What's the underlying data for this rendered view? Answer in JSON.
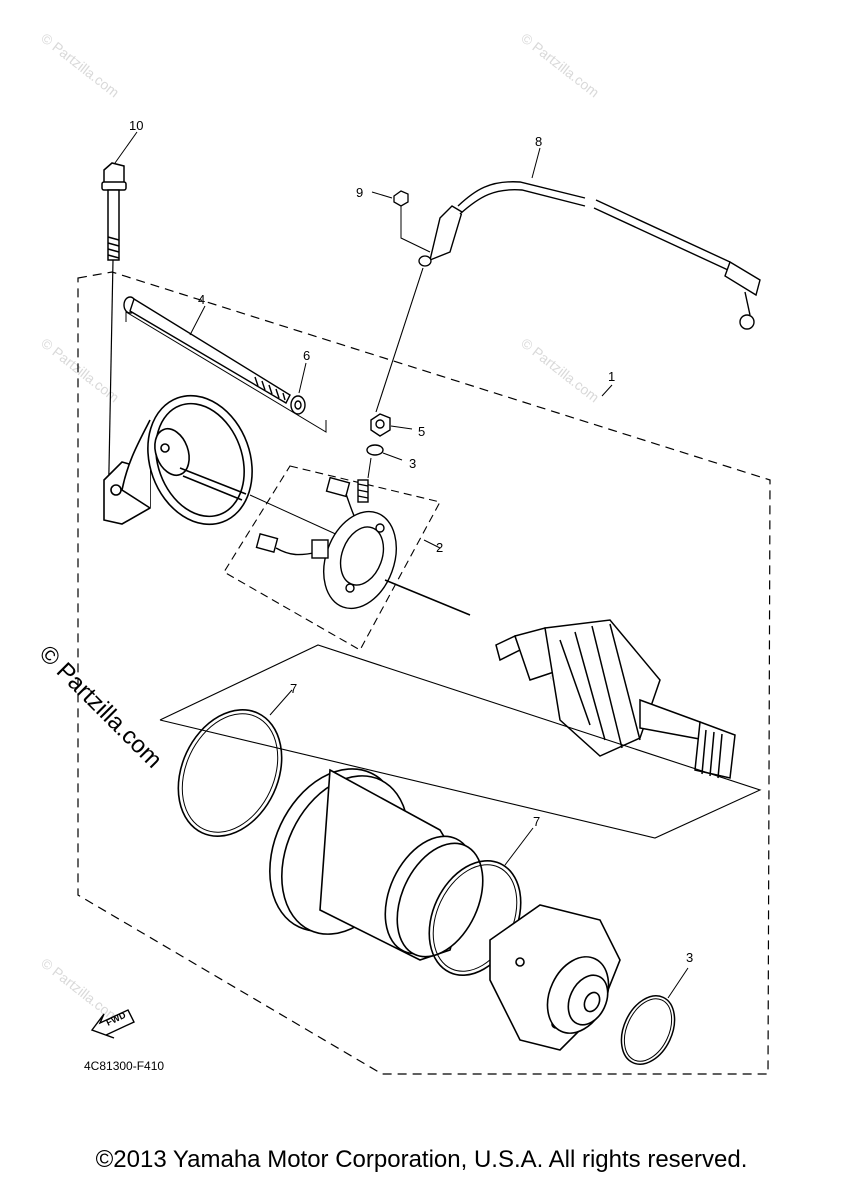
{
  "callouts": {
    "c1": "1",
    "c2": "2",
    "c3a": "3",
    "c3b": "3",
    "c4": "4",
    "c5": "5",
    "c6": "6",
    "c7a": "7",
    "c7b": "7",
    "c8": "8",
    "c9": "9",
    "c10": "10"
  },
  "figure_code": "4C81300-F410",
  "fwd_label": "FWD",
  "watermark": "© Partzilla.com",
  "copyright": "©2013 Yamaha Motor Corporation, U.S.A. All rights reserved.",
  "colors": {
    "line": "#000000",
    "watermark": "#d9d9d9",
    "background": "#ffffff"
  }
}
